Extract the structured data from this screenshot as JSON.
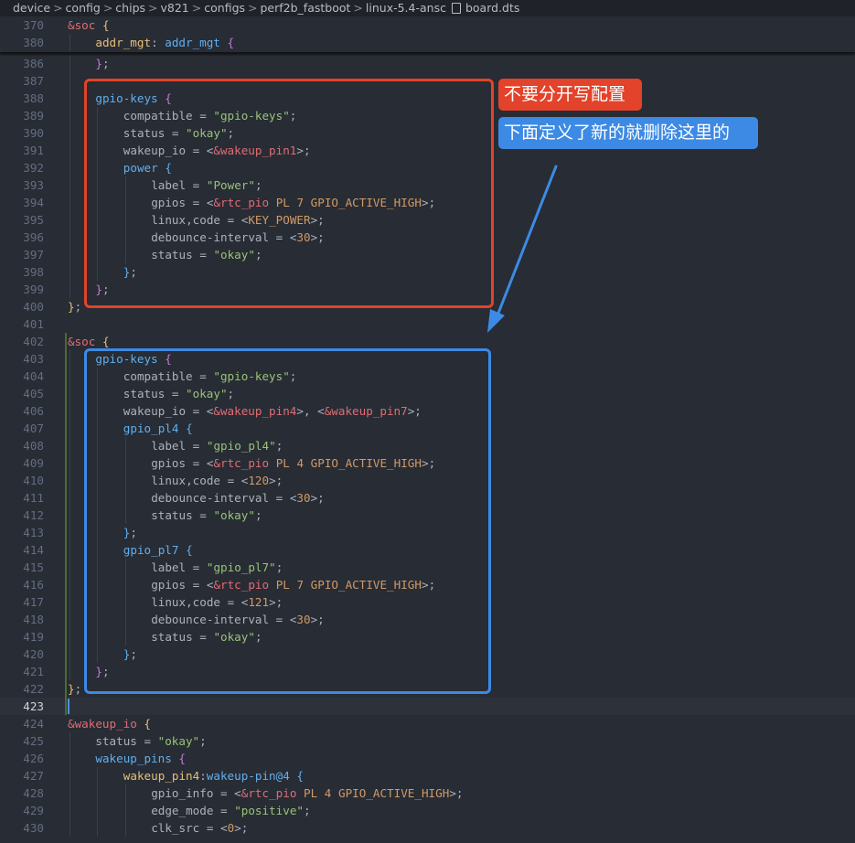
{
  "breadcrumb": {
    "items": [
      "device",
      "config",
      "chips",
      "v821",
      "configs",
      "perf2b_fastboot",
      "linux-5.4-ansc",
      "board.dts"
    ],
    "separator": ">"
  },
  "sticky_lines": [
    {
      "num": "370",
      "indent": 0,
      "tokens": [
        [
          "t-ref",
          "&soc"
        ],
        [
          "t-punct",
          " "
        ],
        [
          "t-by",
          "{"
        ]
      ]
    },
    {
      "num": "380",
      "indent": 1,
      "tokens": [
        [
          "t-nodeb",
          "addr_mgt"
        ],
        [
          "t-punct",
          ": "
        ],
        [
          "t-node",
          "addr_mgt"
        ],
        [
          "t-punct",
          " "
        ],
        [
          "t-bp",
          "{"
        ]
      ]
    }
  ],
  "lines": [
    {
      "num": "386",
      "indent": 1,
      "tokens": [
        [
          "t-bp",
          "}"
        ],
        [
          "t-punct",
          ";"
        ]
      ]
    },
    {
      "num": "387",
      "indent": 1,
      "tokens": []
    },
    {
      "num": "388",
      "indent": 1,
      "tokens": [
        [
          "t-node",
          "gpio-keys"
        ],
        [
          "t-punct",
          " "
        ],
        [
          "t-bp",
          "{"
        ]
      ]
    },
    {
      "num": "389",
      "indent": 2,
      "tokens": [
        [
          "t-prop",
          "compatible = "
        ],
        [
          "t-str",
          "\"gpio-keys\""
        ],
        [
          "t-punct",
          ";"
        ]
      ]
    },
    {
      "num": "390",
      "indent": 2,
      "tokens": [
        [
          "t-prop",
          "status = "
        ],
        [
          "t-str",
          "\"okay\""
        ],
        [
          "t-punct",
          ";"
        ]
      ]
    },
    {
      "num": "391",
      "indent": 2,
      "tokens": [
        [
          "t-prop",
          "wakeup_io = <"
        ],
        [
          "t-ph",
          "&wakeup_pin1"
        ],
        [
          "t-punct",
          ">;"
        ]
      ]
    },
    {
      "num": "392",
      "indent": 2,
      "tokens": [
        [
          "t-node",
          "power"
        ],
        [
          "t-punct",
          " "
        ],
        [
          "t-br",
          "{"
        ]
      ]
    },
    {
      "num": "393",
      "indent": 3,
      "tokens": [
        [
          "t-prop",
          "label = "
        ],
        [
          "t-str",
          "\"Power\""
        ],
        [
          "t-punct",
          ";"
        ]
      ]
    },
    {
      "num": "394",
      "indent": 3,
      "tokens": [
        [
          "t-prop",
          "gpios = <"
        ],
        [
          "t-ph",
          "&rtc_pio"
        ],
        [
          "t-punct",
          " "
        ],
        [
          "t-mac",
          "PL"
        ],
        [
          "t-punct",
          " "
        ],
        [
          "t-num",
          "7"
        ],
        [
          "t-punct",
          " "
        ],
        [
          "t-mac",
          "GPIO_ACTIVE_HIGH"
        ],
        [
          "t-punct",
          ">;"
        ]
      ]
    },
    {
      "num": "395",
      "indent": 3,
      "tokens": [
        [
          "t-prop",
          "linux,code = <"
        ],
        [
          "t-mac",
          "KEY_POWER"
        ],
        [
          "t-punct",
          ">;"
        ]
      ]
    },
    {
      "num": "396",
      "indent": 3,
      "tokens": [
        [
          "t-prop",
          "debounce-interval = <"
        ],
        [
          "t-num",
          "30"
        ],
        [
          "t-punct",
          ">;"
        ]
      ]
    },
    {
      "num": "397",
      "indent": 3,
      "tokens": [
        [
          "t-prop",
          "status = "
        ],
        [
          "t-str",
          "\"okay\""
        ],
        [
          "t-punct",
          ";"
        ]
      ]
    },
    {
      "num": "398",
      "indent": 2,
      "tokens": [
        [
          "t-br",
          "}"
        ],
        [
          "t-punct",
          ";"
        ]
      ]
    },
    {
      "num": "399",
      "indent": 1,
      "tokens": [
        [
          "t-bp",
          "}"
        ],
        [
          "t-punct",
          ";"
        ]
      ]
    },
    {
      "num": "400",
      "indent": 0,
      "tokens": [
        [
          "t-by",
          "}"
        ],
        [
          "t-punct",
          ";"
        ]
      ]
    },
    {
      "num": "401",
      "indent": 0,
      "tokens": []
    },
    {
      "num": "402",
      "indent": 0,
      "modified": true,
      "tokens": [
        [
          "t-ref",
          "&soc"
        ],
        [
          "t-punct",
          " "
        ],
        [
          "t-by",
          "{"
        ]
      ]
    },
    {
      "num": "403",
      "indent": 1,
      "modified": true,
      "tokens": [
        [
          "t-node",
          "gpio-keys"
        ],
        [
          "t-punct",
          " "
        ],
        [
          "t-bp",
          "{"
        ]
      ]
    },
    {
      "num": "404",
      "indent": 2,
      "modified": true,
      "tokens": [
        [
          "t-prop",
          "compatible = "
        ],
        [
          "t-str",
          "\"gpio-keys\""
        ],
        [
          "t-punct",
          ";"
        ]
      ]
    },
    {
      "num": "405",
      "indent": 2,
      "modified": true,
      "tokens": [
        [
          "t-prop",
          "status = "
        ],
        [
          "t-str",
          "\"okay\""
        ],
        [
          "t-punct",
          ";"
        ]
      ]
    },
    {
      "num": "406",
      "indent": 2,
      "modified": true,
      "tokens": [
        [
          "t-prop",
          "wakeup_io = <"
        ],
        [
          "t-ph",
          "&wakeup_pin4"
        ],
        [
          "t-punct",
          ">, <"
        ],
        [
          "t-ph",
          "&wakeup_pin7"
        ],
        [
          "t-punct",
          ">;"
        ]
      ]
    },
    {
      "num": "407",
      "indent": 2,
      "modified": true,
      "tokens": [
        [
          "t-node",
          "gpio_pl4"
        ],
        [
          "t-punct",
          " "
        ],
        [
          "t-br",
          "{"
        ]
      ]
    },
    {
      "num": "408",
      "indent": 3,
      "modified": true,
      "tokens": [
        [
          "t-prop",
          "label = "
        ],
        [
          "t-str",
          "\"gpio_pl4\""
        ],
        [
          "t-punct",
          ";"
        ]
      ]
    },
    {
      "num": "409",
      "indent": 3,
      "modified": true,
      "tokens": [
        [
          "t-prop",
          "gpios = <"
        ],
        [
          "t-ph",
          "&rtc_pio"
        ],
        [
          "t-punct",
          " "
        ],
        [
          "t-mac",
          "PL"
        ],
        [
          "t-punct",
          " "
        ],
        [
          "t-num",
          "4"
        ],
        [
          "t-punct",
          " "
        ],
        [
          "t-mac",
          "GPIO_ACTIVE_HIGH"
        ],
        [
          "t-punct",
          ">;"
        ]
      ]
    },
    {
      "num": "410",
      "indent": 3,
      "modified": true,
      "tokens": [
        [
          "t-prop",
          "linux,code = <"
        ],
        [
          "t-num",
          "120"
        ],
        [
          "t-punct",
          ">;"
        ]
      ]
    },
    {
      "num": "411",
      "indent": 3,
      "modified": true,
      "tokens": [
        [
          "t-prop",
          "debounce-interval = <"
        ],
        [
          "t-num",
          "30"
        ],
        [
          "t-punct",
          ">;"
        ]
      ]
    },
    {
      "num": "412",
      "indent": 3,
      "modified": true,
      "tokens": [
        [
          "t-prop",
          "status = "
        ],
        [
          "t-str",
          "\"okay\""
        ],
        [
          "t-punct",
          ";"
        ]
      ]
    },
    {
      "num": "413",
      "indent": 2,
      "modified": true,
      "tokens": [
        [
          "t-br",
          "}"
        ],
        [
          "t-punct",
          ";"
        ]
      ]
    },
    {
      "num": "414",
      "indent": 2,
      "modified": true,
      "tokens": [
        [
          "t-node",
          "gpio_pl7"
        ],
        [
          "t-punct",
          " "
        ],
        [
          "t-br",
          "{"
        ]
      ]
    },
    {
      "num": "415",
      "indent": 3,
      "modified": true,
      "tokens": [
        [
          "t-prop",
          "label = "
        ],
        [
          "t-str",
          "\"gpio_pl7\""
        ],
        [
          "t-punct",
          ";"
        ]
      ]
    },
    {
      "num": "416",
      "indent": 3,
      "modified": true,
      "tokens": [
        [
          "t-prop",
          "gpios = <"
        ],
        [
          "t-ph",
          "&rtc_pio"
        ],
        [
          "t-punct",
          " "
        ],
        [
          "t-mac",
          "PL"
        ],
        [
          "t-punct",
          " "
        ],
        [
          "t-num",
          "7"
        ],
        [
          "t-punct",
          " "
        ],
        [
          "t-mac",
          "GPIO_ACTIVE_HIGH"
        ],
        [
          "t-punct",
          ">;"
        ]
      ]
    },
    {
      "num": "417",
      "indent": 3,
      "modified": true,
      "tokens": [
        [
          "t-prop",
          "linux,code = <"
        ],
        [
          "t-num",
          "121"
        ],
        [
          "t-punct",
          ">;"
        ]
      ]
    },
    {
      "num": "418",
      "indent": 3,
      "modified": true,
      "tokens": [
        [
          "t-prop",
          "debounce-interval = <"
        ],
        [
          "t-num",
          "30"
        ],
        [
          "t-punct",
          ">;"
        ]
      ]
    },
    {
      "num": "419",
      "indent": 3,
      "modified": true,
      "tokens": [
        [
          "t-prop",
          "status = "
        ],
        [
          "t-str",
          "\"okay\""
        ],
        [
          "t-punct",
          ";"
        ]
      ]
    },
    {
      "num": "420",
      "indent": 2,
      "modified": true,
      "tokens": [
        [
          "t-br",
          "}"
        ],
        [
          "t-punct",
          ";"
        ]
      ]
    },
    {
      "num": "421",
      "indent": 1,
      "modified": true,
      "tokens": [
        [
          "t-bp",
          "}"
        ],
        [
          "t-punct",
          ";"
        ]
      ]
    },
    {
      "num": "422",
      "indent": 0,
      "modified": true,
      "tokens": [
        [
          "t-by",
          "}"
        ],
        [
          "t-punct",
          ";"
        ]
      ]
    },
    {
      "num": "423",
      "indent": 0,
      "modified": true,
      "current": true,
      "tokens": []
    },
    {
      "num": "424",
      "indent": 0,
      "tokens": [
        [
          "t-ref",
          "&wakeup_io"
        ],
        [
          "t-punct",
          " "
        ],
        [
          "t-by",
          "{"
        ]
      ]
    },
    {
      "num": "425",
      "indent": 1,
      "tokens": [
        [
          "t-prop",
          "status = "
        ],
        [
          "t-str",
          "\"okay\""
        ],
        [
          "t-punct",
          ";"
        ]
      ]
    },
    {
      "num": "426",
      "indent": 1,
      "tokens": [
        [
          "t-node",
          "wakeup_pins"
        ],
        [
          "t-punct",
          " "
        ],
        [
          "t-bp",
          "{"
        ]
      ]
    },
    {
      "num": "427",
      "indent": 2,
      "tokens": [
        [
          "t-nodeb",
          "wakeup_pin4"
        ],
        [
          "t-punct",
          ":"
        ],
        [
          "t-node",
          "wakeup-pin@4"
        ],
        [
          "t-punct",
          " "
        ],
        [
          "t-br",
          "{"
        ]
      ]
    },
    {
      "num": "428",
      "indent": 3,
      "tokens": [
        [
          "t-prop",
          "gpio_info = <"
        ],
        [
          "t-ph",
          "&rtc_pio"
        ],
        [
          "t-punct",
          " "
        ],
        [
          "t-mac",
          "PL"
        ],
        [
          "t-punct",
          " "
        ],
        [
          "t-num",
          "4"
        ],
        [
          "t-punct",
          " "
        ],
        [
          "t-mac",
          "GPIO_ACTIVE_HIGH"
        ],
        [
          "t-punct",
          ">;"
        ]
      ]
    },
    {
      "num": "429",
      "indent": 3,
      "tokens": [
        [
          "t-prop",
          "edge_mode = "
        ],
        [
          "t-str",
          "\"positive\""
        ],
        [
          "t-punct",
          ";"
        ]
      ]
    },
    {
      "num": "430",
      "indent": 3,
      "tokens": [
        [
          "t-prop",
          "clk_src = <"
        ],
        [
          "t-num",
          "0"
        ],
        [
          "t-punct",
          ">;"
        ]
      ]
    }
  ],
  "annotations": {
    "red_callout": "不要分开写配置",
    "blue_callout": "下面定义了新的就删除这里的"
  },
  "colors": {
    "editor_bg": "#282c34",
    "annotation_red": "#e2432a",
    "annotation_blue": "#3d8ae4"
  }
}
